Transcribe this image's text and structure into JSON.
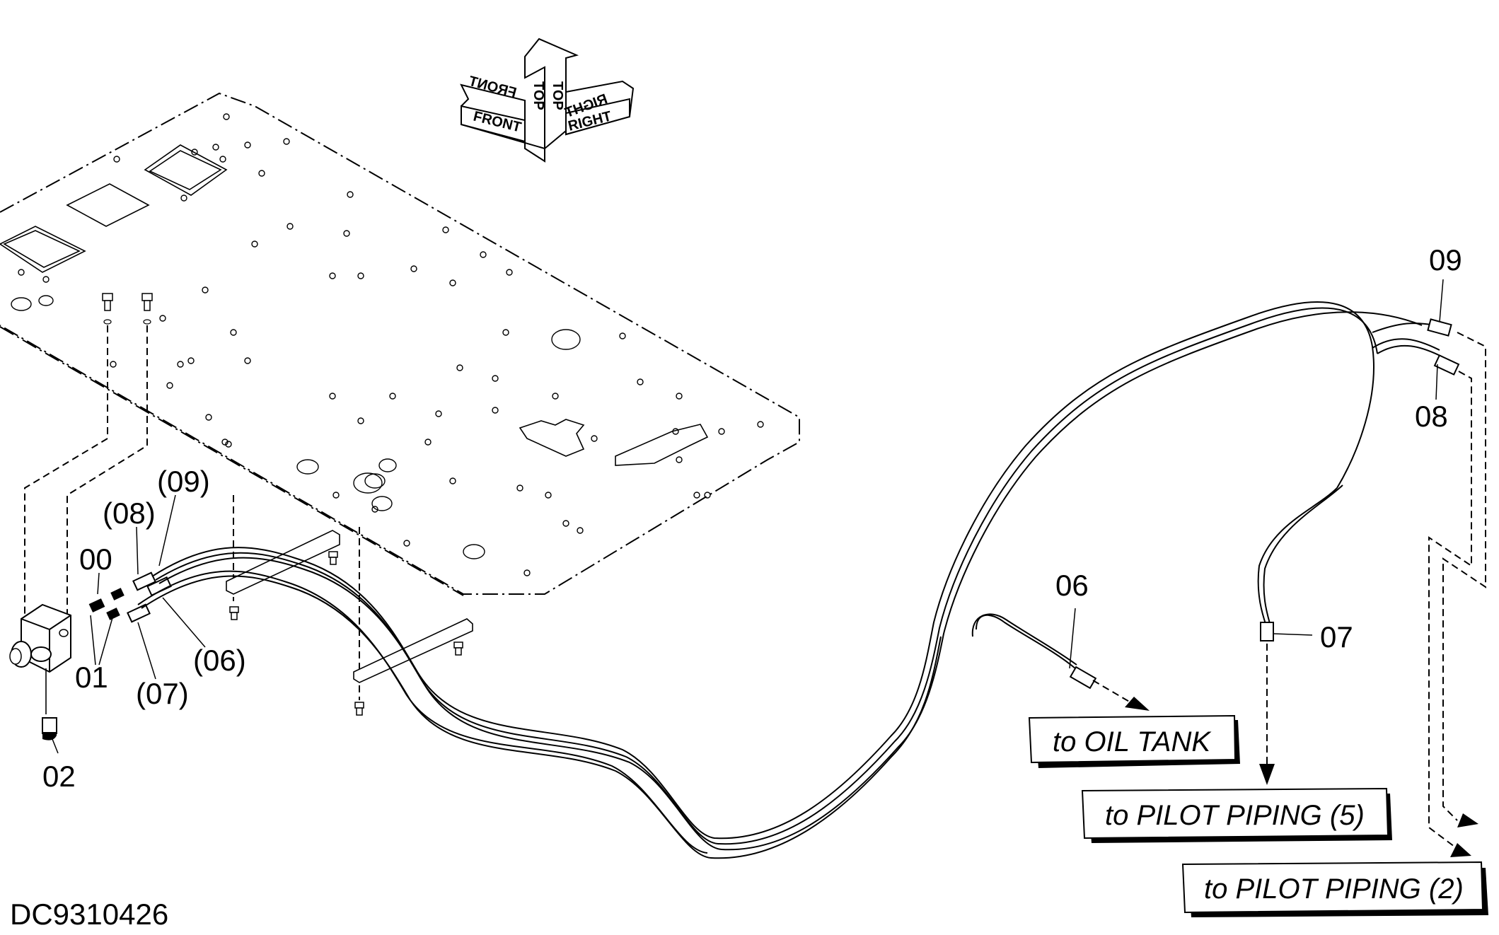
{
  "drawing_id": "DC9310426",
  "part_labels": {
    "p00": "00",
    "p01": "01",
    "p02": "02",
    "p06_ref": "(06)",
    "p07_ref": "(07)",
    "p08_ref": "(08)",
    "p09_ref": "(09)",
    "p06": "06",
    "p07": "07",
    "p08": "08",
    "p09": "09"
  },
  "destinations": {
    "oil_tank": "to OIL TANK",
    "pilot_5": "to PILOT PIPING (5)",
    "pilot_2": "to PILOT PIPING (2)"
  },
  "orientation": {
    "front": "FRONT",
    "top": "TOP",
    "right": "RIGHT"
  }
}
